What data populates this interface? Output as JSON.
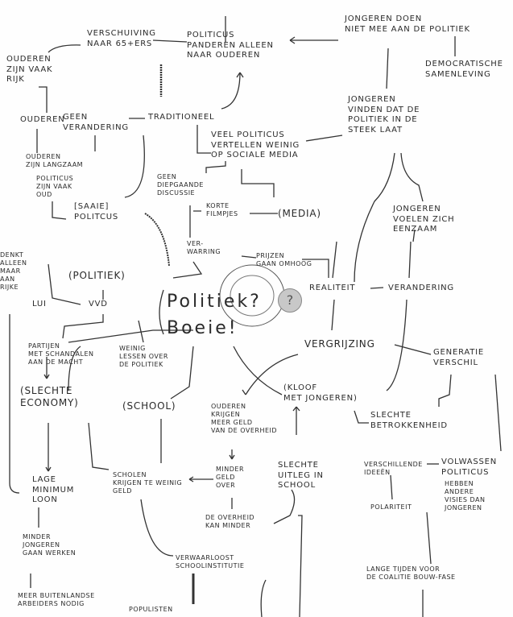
{
  "nodes": {
    "verschuiving": "Verschuiving\nnaar 65+ers",
    "politicus_panderen": "Politicus\npanderen alleen\nnaar ouderen",
    "jongeren_doen": "Jongeren doen\nniet mee aan de politiek",
    "democratische": "Democratische\nsamenleving",
    "ouderen_rijk": "Ouderen\nzijn vaak\nrijk",
    "ouderen": "Ouderen",
    "geen_verandering": "Geen\nverandering",
    "traditioneel": "Traditioneel",
    "jongeren_vinden": "Jongeren\nvinden dat de\npolitiek in de\nsteek laat",
    "veel_politicus": "Veel politicus\nvertellen weinig\nop sociale media",
    "ouderen_langzaam": "Ouderen\nzijn langzaam",
    "politicus_oud": "Politicus\nzijn vaak\noud",
    "saaie_politicus": "[Saaie]\nPolitcus",
    "geen_discussie": "Geen\ndiepgaande\ndiscussie",
    "korte_filmpjes": "Korte\nfilmpjes",
    "media": "(Media)",
    "jongeren_eenzaam": "Jongeren\nvoelen zich\neenzaam",
    "denkt_rijke": "Denkt\nalleen\nmaar\naan\nrijke",
    "lui": "Lui",
    "politiek": "(Politiek)",
    "vvd": "VVD",
    "verwarring": "Ver-\nwarring",
    "prijzen": "Prijzen\ngaan omhoog",
    "realiteit": "Realiteit",
    "verandering": "Verandering",
    "center": "Politiek?\nBoeie!",
    "vergrijzing": "Vergrijzing",
    "generatie": "Generatie\nverschil",
    "partijen": "Partijen\nmet schandalen\naan de macht",
    "weinig_lessen": "Weinig\nlessen over\nde politiek",
    "slechte_economy": "(Slechte\neconomy)",
    "school": "(School)",
    "kloof": "(Kloof\nmet jongeren)",
    "ouderen_geld": "Ouderen\nkrijgen\nmeer geld\nvan de overheid",
    "slechte_betrokkenheid": "Slechte\nBetrokkenheid",
    "lage_loon": "Lage\nminimum\nloon",
    "scholen_geld": "Scholen\nkrijgen te weinig\ngeld",
    "minder_geld": "Minder\ngeld\nover",
    "slechte_uitleg": "Slechte\nuitleg in\nschool",
    "verschillende": "Verschillende\nideeën",
    "volwassen": "Volwassen\npoliticus",
    "andere_visies": "hebben\nandere\nvisies dan\njongeren",
    "polariteit": "Polariteit",
    "overheid_minder": "De overheid\nkan minder",
    "minder_jongeren": "Minder\njongeren\ngaan werken",
    "verwaarloost": "Verwaarloost\nschoolinstitutie",
    "lange_tijden": "Lange tijden voor\nde coalitie   bouw-fase",
    "buitenlandse": "Meer buitenlandse\narbeiders nodig",
    "populisten": "Populisten"
  },
  "center_mark": "?"
}
